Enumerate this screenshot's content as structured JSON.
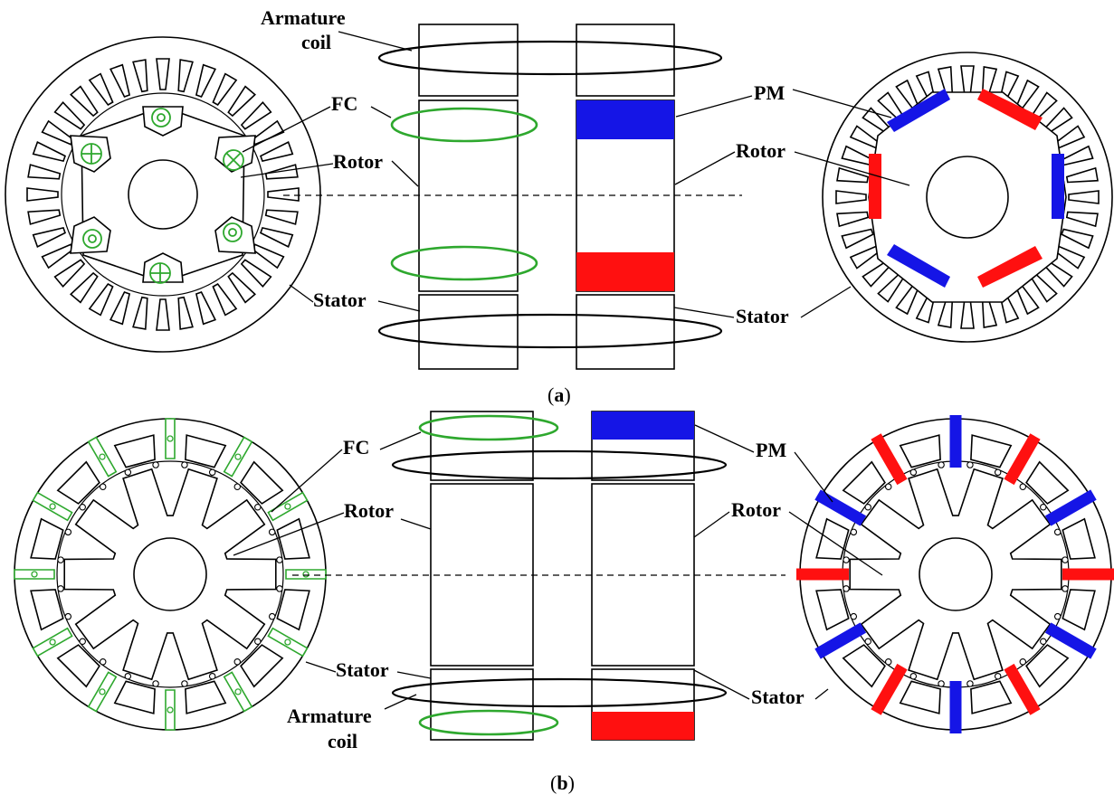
{
  "labels": {
    "armature_coil_line1": "Armature",
    "armature_coil_line2": "coil",
    "fc": "FC",
    "rotor": "Rotor",
    "stator": "Stator",
    "pm": "PM"
  },
  "captions": {
    "a_open": "(",
    "a_letter": "a",
    "a_close": ")",
    "b_open": "(",
    "b_letter": "b",
    "b_close": ")"
  },
  "colors": {
    "fc_coil": "#2ea82e",
    "pm_red": "#ff1010",
    "pm_blue": "#1515e6"
  }
}
